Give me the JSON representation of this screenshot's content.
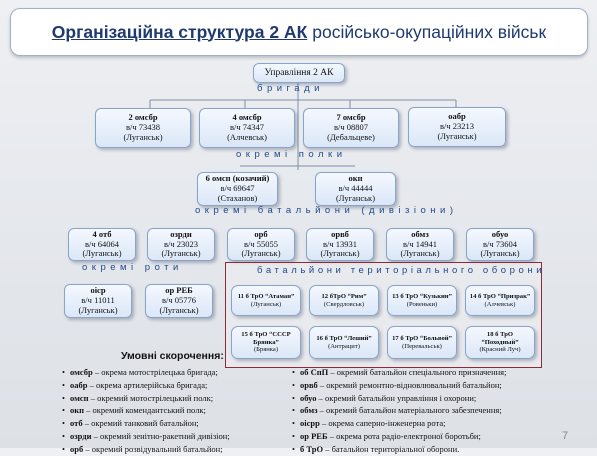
{
  "title": {
    "bold": "Організаційна структура 2 АК",
    "rest": "російсько-окупаційних військ"
  },
  "root": "Управління 2 АК",
  "sections": {
    "brigades": "бригади",
    "regiments": "окремі полки",
    "battalions": "окремі батальйони (дивізіони)",
    "companies": "окремі роти",
    "tro": "батальйони територіального оборони"
  },
  "brigades": [
    {
      "name": "2 омсбр",
      "unit": "в/ч 73438",
      "city": "(Луганськ)"
    },
    {
      "name": "4 омсбр",
      "unit": "в/ч 74347",
      "city": "(Алчевськ)"
    },
    {
      "name": "7 омсбр",
      "unit": "в/ч 08807",
      "city": "(Дебальцеве)"
    },
    {
      "name": "оабр",
      "unit": "в/ч 23213",
      "city": "(Луганськ)"
    }
  ],
  "regiments": [
    {
      "name": "6 омсп (козачий)",
      "unit": "в/ч 69647",
      "city": "(Стаханов)"
    },
    {
      "name": "окп",
      "unit": "в/ч 44444",
      "city": "(Луганськ)"
    }
  ],
  "battalions": [
    {
      "name": "4 отб",
      "unit": "в/ч 64064",
      "city": "(Луганськ)"
    },
    {
      "name": "озрди",
      "unit": "в/ч 23023",
      "city": "(Луганськ)"
    },
    {
      "name": "орб",
      "unit": "в/ч 55055",
      "city": "(Луганськ)"
    },
    {
      "name": "орвб",
      "unit": "в/ч 13931",
      "city": "(Луганськ)"
    },
    {
      "name": "обмз",
      "unit": "в/ч 14941",
      "city": "(Луганськ)"
    },
    {
      "name": "обуо",
      "unit": "в/ч 73604",
      "city": "(Луганськ)"
    }
  ],
  "companies": [
    {
      "name": "оіср",
      "unit": "в/ч 11011",
      "city": "(Луганськ)"
    },
    {
      "name": "ор РЕБ",
      "unit": "в/ч 05776",
      "city": "(Луганськ)"
    }
  ],
  "tro": [
    {
      "name": "11 б ТрО “Атаман”",
      "city": "(Луганськ)"
    },
    {
      "name": "12 бТрО      “Рим”",
      "city": "(Свердловськ)"
    },
    {
      "name": "13 б ТрО “Кузькин”",
      "city": "(Ровеньки)"
    },
    {
      "name": "14 б ТрО “Призрак”",
      "city": "(Алчевськ)"
    },
    {
      "name": "15 б ТрО “СССР Брянка”",
      "city": "(Брянка)"
    },
    {
      "name": "16 б ТрО    “Леший”",
      "city": "(Антрацит)"
    },
    {
      "name": "17 б ТрО “Больвой”",
      "city": "(Перевальськ)"
    },
    {
      "name": "18 б ТрО “Походный”",
      "city": "(Красний Луч)"
    }
  ],
  "legend": {
    "title": "Умовні скорочення:",
    "left": [
      {
        "abbr": "омсбр",
        "text": " – окрема мотострілецька бригада;"
      },
      {
        "abbr": "оабр",
        "text": " – окрема артилерійська бригада;"
      },
      {
        "abbr": "омсп",
        "text": " –  окремий мотострілецький полк;"
      },
      {
        "abbr": "окп",
        "text": " – окремий комендантський полк;"
      },
      {
        "abbr": "отб",
        "text": " – окремий танковий батальйон;"
      },
      {
        "abbr": "озрди",
        "text": " – окремий зенітно-ракетний дивізіон;"
      },
      {
        "abbr": "орб",
        "text": " – окремий розвідувальний батальйон;"
      }
    ],
    "right": [
      {
        "abbr": "об СпП",
        "text": " – окремий батальйон спеціального призначення;"
      },
      {
        "abbr": "орвб",
        "text": " – окремий ремонтно-відновлювальний батальйон;"
      },
      {
        "abbr": "обуо",
        "text": " – окремий батальйон управління і охорони;"
      },
      {
        "abbr": "обмз",
        "text": " – окремий батальйон матеріального забезпечення;"
      },
      {
        "abbr": "оісрр",
        "text": " – окрема саперно-інженерна рота;"
      },
      {
        "abbr": "ор РЕБ",
        "text": " – окрема рота радіо-електроної боротьби;"
      },
      {
        "abbr": "б ТрО",
        "text": " – батальйон територіальної оборони."
      }
    ]
  },
  "page_number": "7",
  "colors": {
    "title_text": "#1f3a6e",
    "section_text": "#1f4a8c",
    "frame": "#8e2a3a",
    "node_border": "#8aa3c8"
  }
}
